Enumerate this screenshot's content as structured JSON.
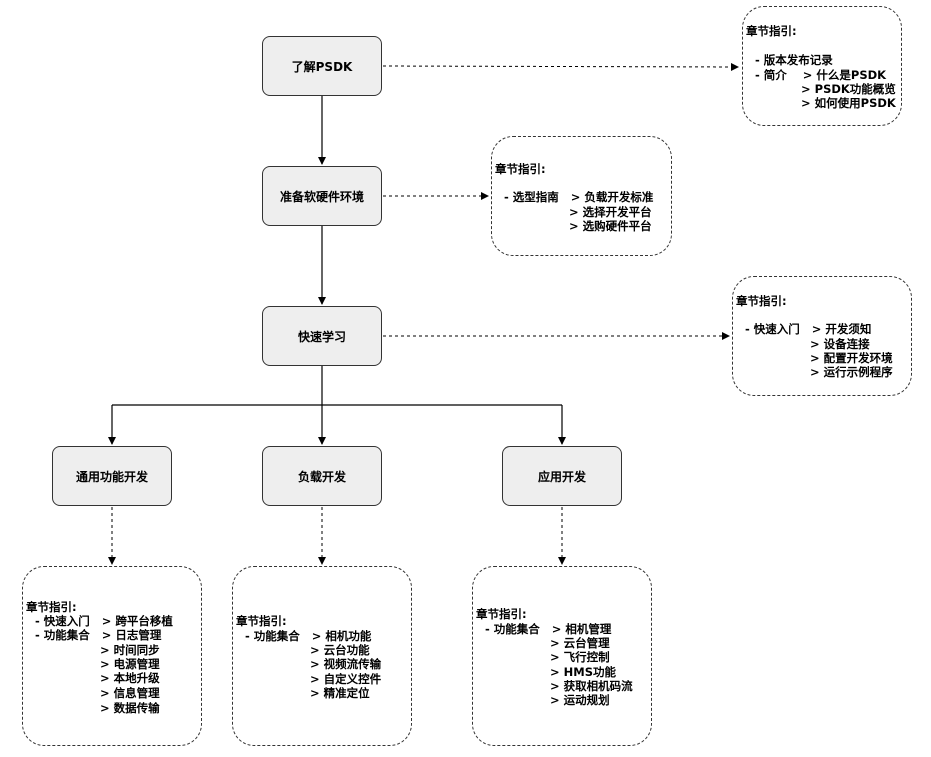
{
  "nodes": {
    "learn": "了解PSDK",
    "prepare": "准备软硬件环境",
    "quick": "快速学习",
    "general": "通用功能开发",
    "payload": "负载开发",
    "app": "应用开发"
  },
  "notes": {
    "learn": {
      "title": "章节指引:",
      "lines": [
        "- 版本发布记录",
        "- 简介    > 什么是PSDK",
        "> PSDK功能概览",
        "> 如何使用PSDK"
      ]
    },
    "prepare": {
      "title": "章节指引:",
      "lines": [
        "- 选型指南   > 负载开发标准",
        "> 选择开发平台",
        "> 选购硬件平台"
      ]
    },
    "quick": {
      "title": "章节指引:",
      "lines": [
        "- 快速入门   > 开发须知",
        "> 设备连接",
        "> 配置开发环境",
        "> 运行示例程序"
      ]
    },
    "general": {
      "title": "章节指引:",
      "lines": [
        "- 快速入门   > 跨平台移植",
        "- 功能集合   > 日志管理",
        "> 时间同步",
        "> 电源管理",
        "> 本地升级",
        "> 信息管理",
        "> 数据传输"
      ]
    },
    "payload": {
      "title": "章节指引:",
      "lines": [
        "- 功能集合   > 相机功能",
        "> 云台功能",
        "> 视频流传输",
        "> 自定义控件",
        "> 精准定位"
      ]
    },
    "app": {
      "title": "章节指引:",
      "lines": [
        "- 功能集合   > 相机管理",
        "> 云台管理",
        "> 飞行控制",
        "> HMS功能",
        "> 获取相机码流",
        "> 运动规划"
      ]
    }
  }
}
